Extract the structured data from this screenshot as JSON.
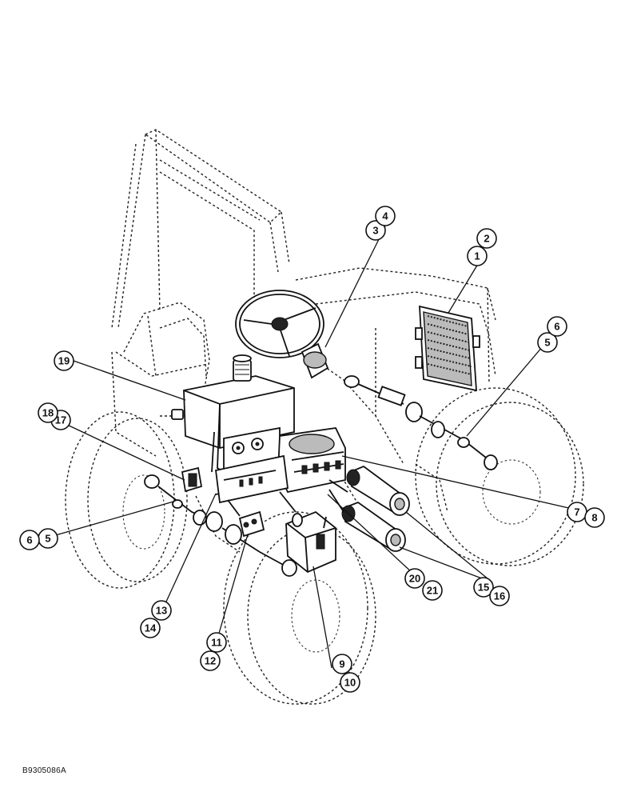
{
  "callouts": [
    {
      "id": "c1",
      "label": "1"
    },
    {
      "id": "c2",
      "label": "2"
    },
    {
      "id": "c3",
      "label": "3"
    },
    {
      "id": "c4",
      "label": "4"
    },
    {
      "id": "c5a",
      "label": "5"
    },
    {
      "id": "c6a",
      "label": "6"
    },
    {
      "id": "c5b",
      "label": "5"
    },
    {
      "id": "c6b",
      "label": "6"
    },
    {
      "id": "c7",
      "label": "7"
    },
    {
      "id": "c8",
      "label": "8"
    },
    {
      "id": "c9",
      "label": "9"
    },
    {
      "id": "c10",
      "label": "10"
    },
    {
      "id": "c11",
      "label": "11"
    },
    {
      "id": "c12",
      "label": "12"
    },
    {
      "id": "c13",
      "label": "13"
    },
    {
      "id": "c14",
      "label": "14"
    },
    {
      "id": "c15",
      "label": "15"
    },
    {
      "id": "c16",
      "label": "16"
    },
    {
      "id": "c17",
      "label": "17"
    },
    {
      "id": "c18",
      "label": "18"
    },
    {
      "id": "c19",
      "label": "19"
    },
    {
      "id": "c20",
      "label": "20"
    },
    {
      "id": "c21",
      "label": "21"
    }
  ],
  "drawing_code": "B9305086A"
}
